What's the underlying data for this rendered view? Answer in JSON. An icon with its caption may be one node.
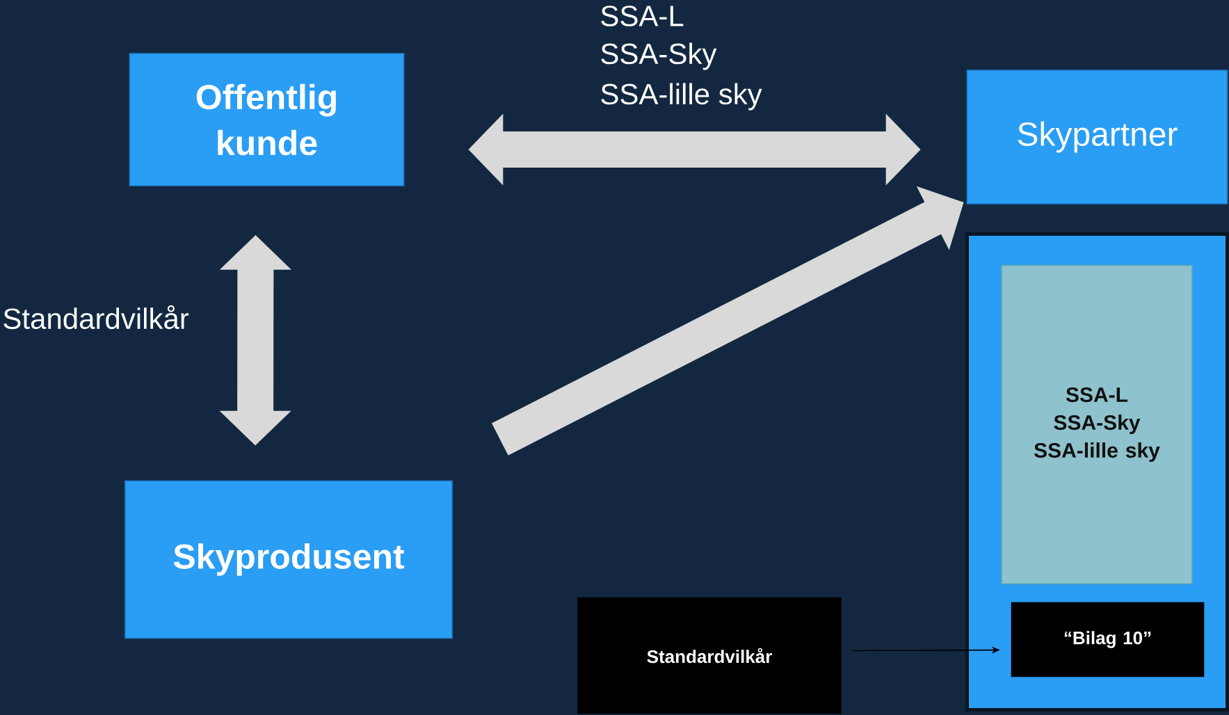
{
  "diagram": {
    "nodes": [
      {
        "text": [
          "Offentlig kunde"
        ]
      },
      {
        "text": [
          "Skypartner"
        ]
      },
      {
        "text": [
          "Skyprodusent"
        ]
      },
      {
        "text": [],
        "shape": "box"
      },
      {
        "text": [
          "SSA-L",
          "SSA-Sky",
          "SSA-lille sky"
        ],
        "in": 3
      },
      {
        "text": [
          "“Bilag 10”"
        ],
        "in": 3
      },
      {
        "text": [
          "Standardvilkår"
        ]
      }
    ],
    "edges": [
      {
        "from": 0,
        "to": 1,
        "arrow": "both"
      },
      {
        "from": 0,
        "to": 2,
        "arrow": "both"
      },
      {
        "from": 2,
        "to": 1,
        "arrow": "to"
      },
      {
        "from": 6,
        "to": 5,
        "arrow": "to",
        "color": "#000000"
      }
    ],
    "labels": [
      "SSA-L",
      "SSA-Sky",
      "SSA-lille sky",
      "Standardvilkår"
    ]
  }
}
